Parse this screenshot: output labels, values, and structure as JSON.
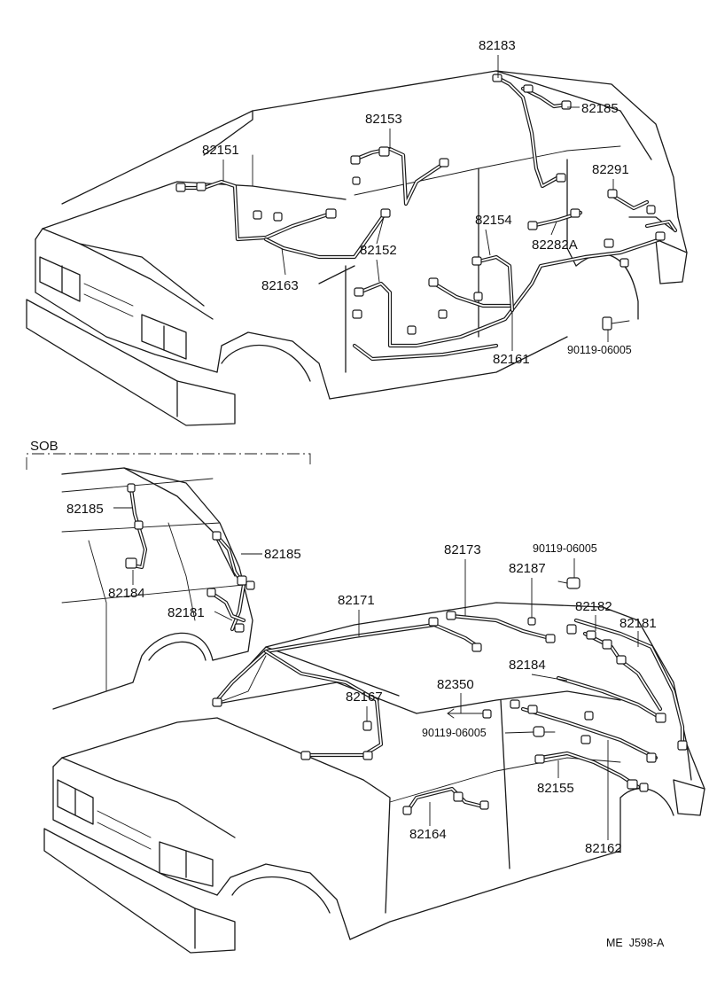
{
  "diagram": {
    "section_label": "SOB",
    "footer_code": "ME  J598-A",
    "top_callouts": [
      {
        "id": "c-82183",
        "text": "82183"
      },
      {
        "id": "c-82185-top",
        "text": "82185"
      },
      {
        "id": "c-82153",
        "text": "82153"
      },
      {
        "id": "c-82151",
        "text": "82151"
      },
      {
        "id": "c-82291",
        "text": "82291"
      },
      {
        "id": "c-82154",
        "text": "82154"
      },
      {
        "id": "c-82282a",
        "text": "82282A"
      },
      {
        "id": "c-82152",
        "text": "82152"
      },
      {
        "id": "c-82163",
        "text": "82163"
      },
      {
        "id": "c-82161",
        "text": "82161"
      },
      {
        "id": "c-90119-top",
        "text": "90119-06005"
      }
    ],
    "sob_callouts": [
      {
        "id": "c-82185-sob-a",
        "text": "82185"
      },
      {
        "id": "c-82185-sob-b",
        "text": "82185"
      },
      {
        "id": "c-82184-sob",
        "text": "82184"
      },
      {
        "id": "c-82181-sob",
        "text": "82181"
      }
    ],
    "bottom_callouts": [
      {
        "id": "c-82173",
        "text": "82173"
      },
      {
        "id": "c-90119-b1",
        "text": "90119-06005"
      },
      {
        "id": "c-82187",
        "text": "82187"
      },
      {
        "id": "c-82171",
        "text": "82171"
      },
      {
        "id": "c-82182",
        "text": "82182"
      },
      {
        "id": "c-82181-b",
        "text": "82181"
      },
      {
        "id": "c-82184-b",
        "text": "82184"
      },
      {
        "id": "c-82350",
        "text": "82350"
      },
      {
        "id": "c-82167",
        "text": "82167"
      },
      {
        "id": "c-90119-b2",
        "text": "90119-06005"
      },
      {
        "id": "c-82155",
        "text": "82155"
      },
      {
        "id": "c-82164",
        "text": "82164"
      },
      {
        "id": "c-82162",
        "text": "82162"
      }
    ]
  }
}
